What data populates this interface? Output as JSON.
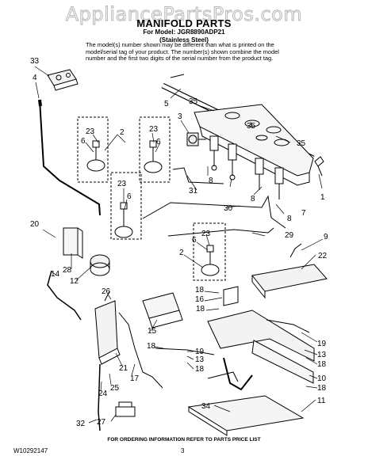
{
  "watermark": "AppliancePartsPros.com",
  "header": {
    "title": "MANIFOLD PARTS",
    "model_line": "For Model: JGR8890ADP21",
    "finish_line": "(Stainless Steel)"
  },
  "intro_lines": [
    "The model(s) number shown may be different than what is printed on the",
    "model/serial tag of your product. The number(s) shown combine the model",
    "number and the first two digits of the serial number from the product tag."
  ],
  "callouts": [
    {
      "label": "33"
    },
    {
      "label": "4"
    },
    {
      "label": "5"
    },
    {
      "label": "35"
    },
    {
      "label": "3"
    },
    {
      "label": "35"
    },
    {
      "label": "35"
    },
    {
      "label": "23"
    },
    {
      "label": "6"
    },
    {
      "label": "2"
    },
    {
      "label": "23"
    },
    {
      "label": "6"
    },
    {
      "label": "23"
    },
    {
      "label": "6"
    },
    {
      "label": "8"
    },
    {
      "label": "1"
    },
    {
      "label": "31"
    },
    {
      "label": "8"
    },
    {
      "label": "7"
    },
    {
      "label": "30"
    },
    {
      "label": "8"
    },
    {
      "label": "20"
    },
    {
      "label": "23"
    },
    {
      "label": "6"
    },
    {
      "label": "29"
    },
    {
      "label": "9"
    },
    {
      "label": "2"
    },
    {
      "label": "22"
    },
    {
      "label": "28"
    },
    {
      "label": "14"
    },
    {
      "label": "12"
    },
    {
      "label": "26"
    },
    {
      "label": "18"
    },
    {
      "label": "16"
    },
    {
      "label": "18"
    },
    {
      "label": "15"
    },
    {
      "label": "18"
    },
    {
      "label": "19"
    },
    {
      "label": "13"
    },
    {
      "label": "18"
    },
    {
      "label": "19"
    },
    {
      "label": "13"
    },
    {
      "label": "18"
    },
    {
      "label": "21"
    },
    {
      "label": "17"
    },
    {
      "label": "25"
    },
    {
      "label": "24"
    },
    {
      "label": "10"
    },
    {
      "label": "18"
    },
    {
      "label": "34"
    },
    {
      "label": "11"
    },
    {
      "label": "32"
    },
    {
      "label": "27"
    }
  ],
  "footer": {
    "ordering_note": "FOR ORDERING INFORMATION REFER TO PARTS PRICE LIST",
    "doc_number": "W10292147",
    "page_number": "3"
  }
}
